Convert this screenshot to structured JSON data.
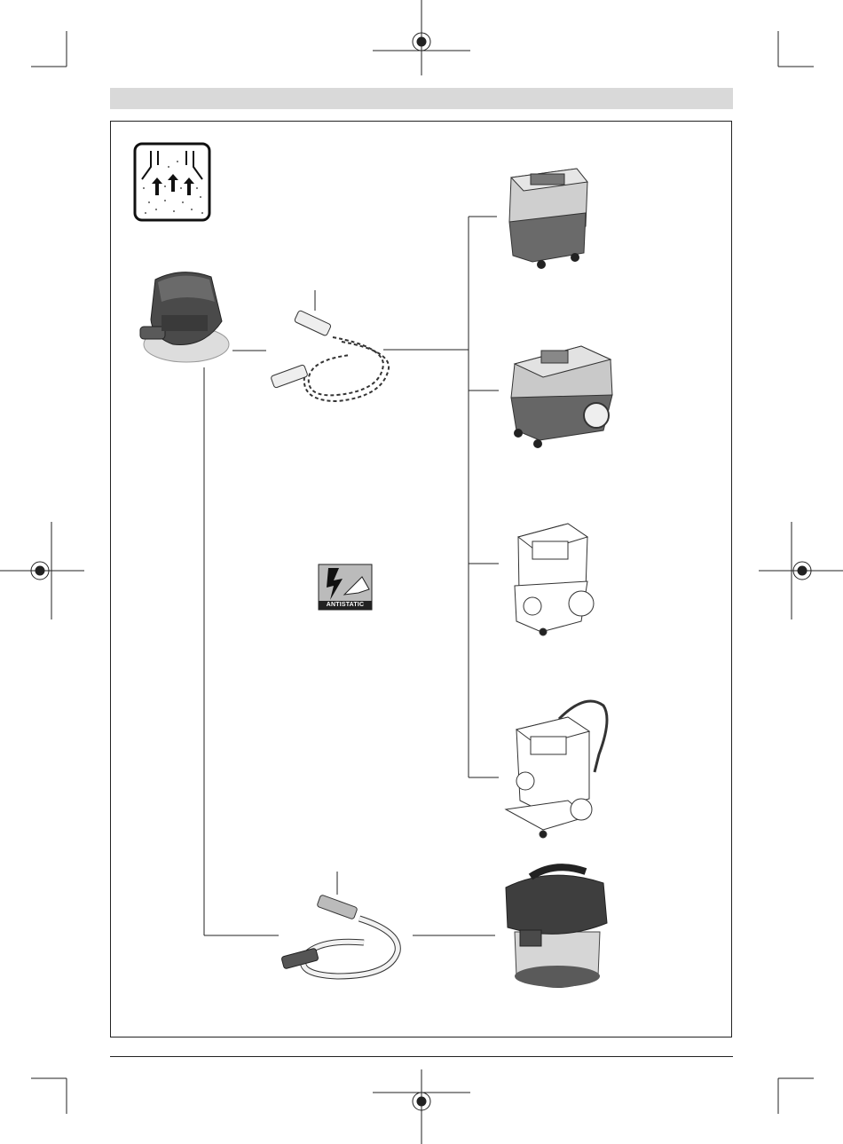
{
  "antistatic_badge": {
    "label": "ANTISTATIC"
  },
  "icons": {
    "dust_extraction": "dust-extraction-symbol",
    "registration_marks": "crop-registration-mark"
  },
  "colors": {
    "header_bar": "#d9d9d9",
    "line": "#222222"
  }
}
